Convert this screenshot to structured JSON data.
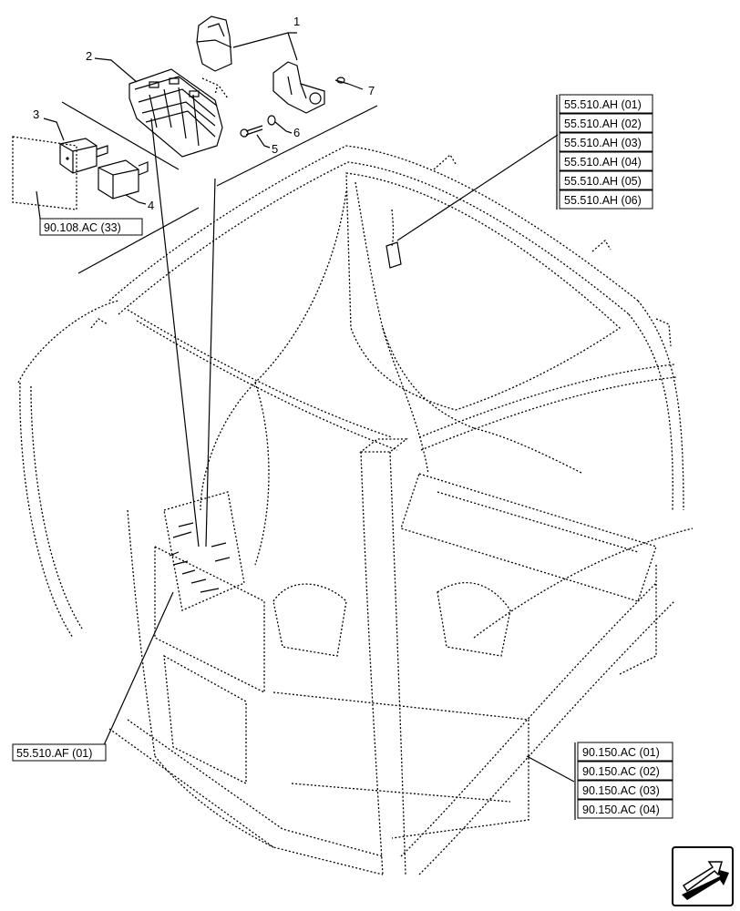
{
  "callouts": {
    "c1": "1",
    "c2": "2",
    "c3": "3",
    "c4": "4",
    "c5": "5",
    "c6": "6",
    "c7": "7"
  },
  "references": {
    "relay_ref": "90.108.AC (33)",
    "fusebox_ref": "55.510.AF (01)",
    "harness_refs": [
      "55.510.AH (01)",
      "55.510.AH (02)",
      "55.510.AH (03)",
      "55.510.AH (04)",
      "55.510.AH (05)",
      "55.510.AH (06)"
    ],
    "cab_refs": [
      "90.150.AC (01)",
      "90.150.AC (02)",
      "90.150.AC (03)",
      "90.150.AC (04)"
    ]
  },
  "icons": {
    "nav": "arrow-icon"
  }
}
